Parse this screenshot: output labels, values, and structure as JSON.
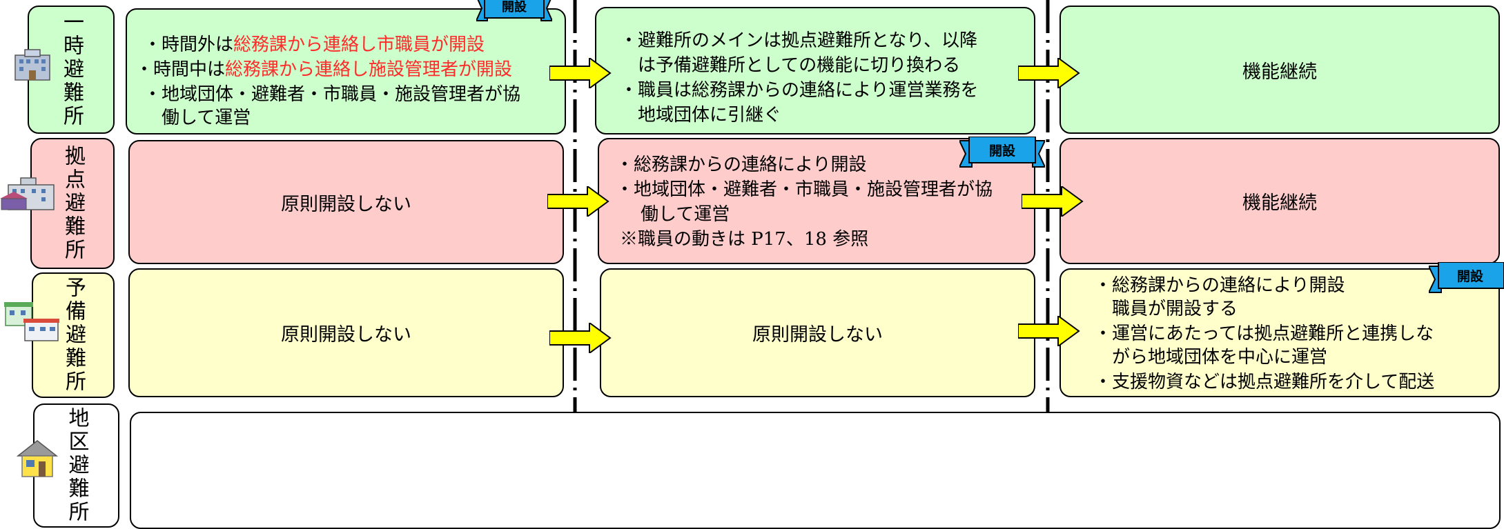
{
  "rows": [
    {
      "label": "一時避難所",
      "color": "#ccffcc"
    },
    {
      "label": "拠点避難所",
      "color": "#ffcccc"
    },
    {
      "label": "予備避難所",
      "color": "#ffffcc"
    },
    {
      "label": "地区避難所",
      "color": "#ffffff"
    }
  ],
  "badge": "開設",
  "row1": {
    "col1": {
      "l1a": "・時間外は",
      "l1b": "総務課から連絡し市職員が開設",
      "l2a": "・時間中は",
      "l2b": "総務課から連絡し施設管理者が開設",
      "l3": "・地域団体・避難者・市職員・施設管理者が協",
      "l4": "働して運営"
    },
    "col2": {
      "l1": "・避難所のメインは拠点避難所となり、以降",
      "l2": "は予備避難所としての機能に切り換わる",
      "l3": "・職員は総務課からの連絡により運営業務を",
      "l4": "地域団体に引継ぐ"
    },
    "col3": "機能継続"
  },
  "row2": {
    "col1": "原則開設しない",
    "col2": {
      "l1": "・総務課からの連絡により開設",
      "l2": "・地域団体・避難者・市職員・施設管理者が協",
      "l3": "働して運営",
      "l4": "※職員の動きは P17、18 参照"
    },
    "col3": "機能継続"
  },
  "row3": {
    "col1": "原則開設しない",
    "col2": "原則開設しない",
    "col3": {
      "l1": "・総務課からの連絡により開設",
      "l2": "職員が開設する",
      "l3": "・運営にあたっては拠点避難所と連携しな",
      "l4": "がら地域団体を中心に運営",
      "l5": "・支援物資などは拠点避難所を介して配送"
    }
  },
  "colors": {
    "green": "#ccffcc",
    "pink": "#ffcccc",
    "yellow": "#ffffcc",
    "arrow": "#ffff00",
    "ribbon": "#1aa3e8"
  },
  "icons": [
    "city-hall-building-icon",
    "school-building-icon",
    "community-center-icon",
    "house-icon"
  ]
}
